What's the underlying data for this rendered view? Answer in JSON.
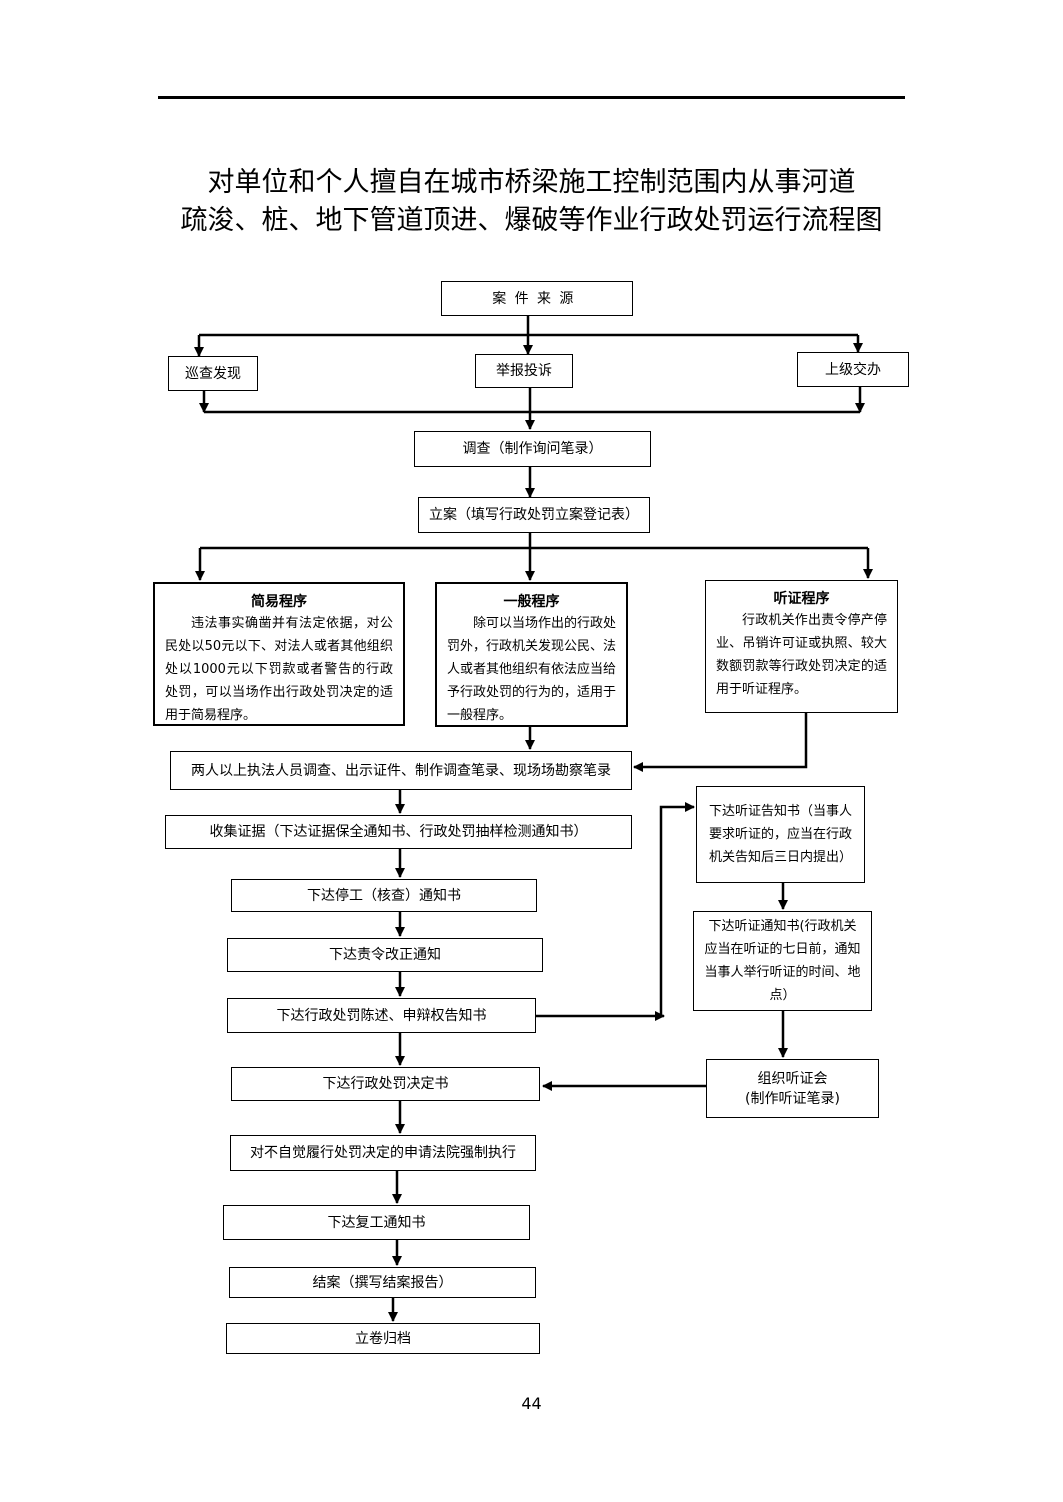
{
  "title": {
    "line1": "对单位和个人擅自在城市桥梁施工控制范围内从事河道",
    "line2": "疏浚、桩、地下管道顶进、爆破等作业行政处罚运行流程图"
  },
  "nodes": {
    "source": "案件来源",
    "patrol": "巡查发现",
    "report": "举报投诉",
    "superior": "上级交办",
    "investigate": "调查（制作询问笔录）",
    "register": "立案（填写行政处罚立案登记表）",
    "simple": {
      "title": "简易程序",
      "body": "违法事实确凿并有法定依据，对公民处以50元以下、对法人或者其他组织处以1000元以下罚款或者警告的行政处罚，可以当场作出行政处罚决定的适用于简易程序。"
    },
    "general": {
      "title": "一般程序",
      "body": "除可以当场作出的行政处罚外，行政机关发现公民、法人或者其他组织有依法应当给予行政处罚的行为的，适用于一般程序。"
    },
    "hearing": {
      "title": "听证程序",
      "body": "行政机关作出责令停产停业、吊销许可证或执照、较大数额罚款等行政处罚决定的适用于听证程序。"
    },
    "two_officers": "两人以上执法人员调查、出示证件、制作调查笔录、现场场勘察笔录",
    "collect": "收集证据（下达证据保全通知书、行政处罚抽样检测通知书）",
    "stop_work": "下达停工（核查）通知书",
    "rectify": "下达责令改正通知",
    "statement": "下达行政处罚陈述、申辩权告知书",
    "decision": "下达行政处罚决定书",
    "enforce": "对不自觉履行处罚决定的申请法院强制执行",
    "resume": "下达复工通知书",
    "close": "结案（撰写结案报告）",
    "archive": "立卷归档",
    "hearing_notice1": "下达听证告知书（当事人要求听证的，应当在行政机关告知后三日内提出）",
    "hearing_notice2": "下达听证通知书(行政机关应当在听证的七日前，通知当事人举行听证的时间、地点）",
    "hearing_meeting_l1": "组织听证会",
    "hearing_meeting_l2": "(制作听证笔录)"
  },
  "page_number": "44"
}
